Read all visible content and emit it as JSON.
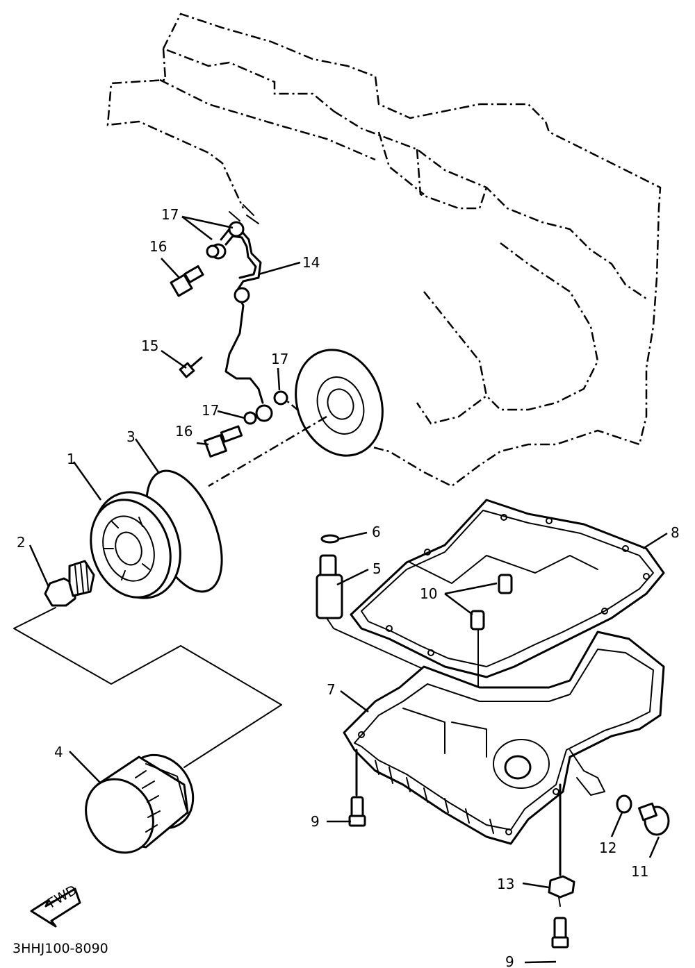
{
  "diagram": {
    "drawing_code": "3HHJ100-8090",
    "arrow_label": "FWD",
    "part_labels": [
      "1",
      "2",
      "3",
      "4",
      "5",
      "6",
      "7",
      "8",
      "9",
      "9",
      "10",
      "11",
      "12",
      "13",
      "14",
      "15",
      "16",
      "16",
      "17",
      "17",
      "17"
    ]
  }
}
